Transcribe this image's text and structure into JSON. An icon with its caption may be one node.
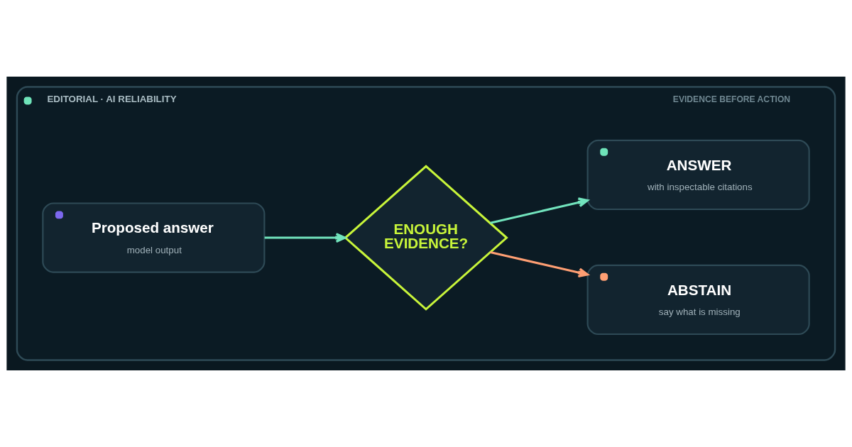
{
  "diagram": {
    "nodes": [
      {
        "text": [
          "EDITORIAL · AI RELIABILITY",
          "EVIDENCE BEFORE ACTION"
        ]
      },
      {
        "text": [
          "Proposed answer",
          "model output"
        ],
        "in": 0
      },
      {
        "text": [
          "ENOUGH EVIDENCE?"
        ],
        "in": 0
      },
      {
        "text": [
          "ANSWER",
          "with inspectable citations"
        ],
        "in": 0
      },
      {
        "text": [
          "ABSTAIN",
          "say what is missing"
        ],
        "in": 0
      }
    ],
    "edges": [
      {
        "from": 1,
        "to": 2,
        "arrow": "to"
      },
      {
        "from": 2,
        "to": 3,
        "arrow": "to"
      },
      {
        "from": 2,
        "to": 4,
        "arrow": "to",
        "color": "#ff9f73"
      }
    ]
  }
}
